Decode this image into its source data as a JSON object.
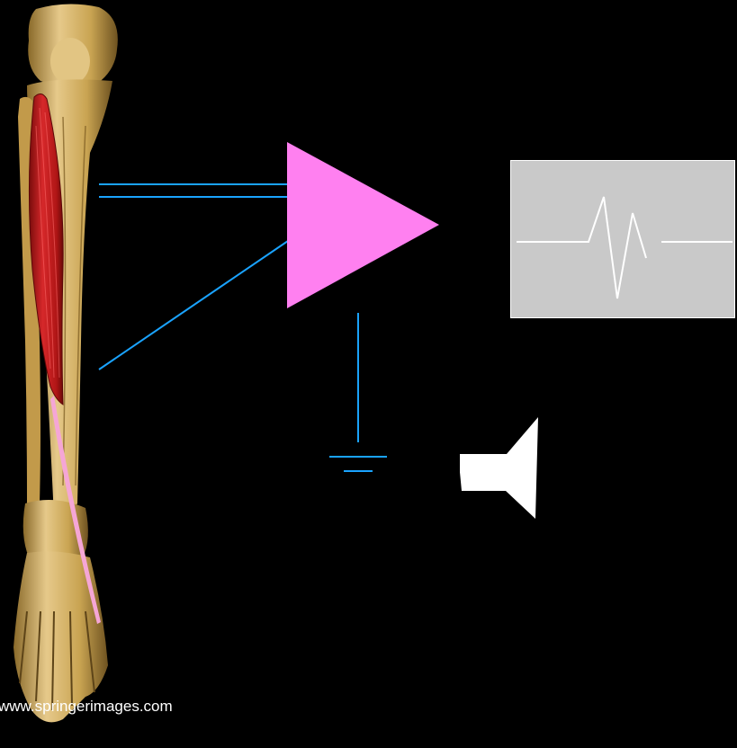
{
  "watermark": {
    "text": "www.springerimages.com"
  },
  "diagram": {
    "components": [
      "leg-bone-with-muscle",
      "electrode-leads",
      "amplifier",
      "ground",
      "oscilloscope-display",
      "speaker"
    ]
  },
  "colors": {
    "background": "#000000",
    "lead_wire": "#1aa3ff",
    "amplifier": "#ff80f0",
    "monitor_bg": "#c9c9c9",
    "trace": "#ffffff",
    "speaker": "#ffffff",
    "muscle": "#c81e1e",
    "bone": "#d9b96a",
    "tendon": "#f5a6d6"
  }
}
